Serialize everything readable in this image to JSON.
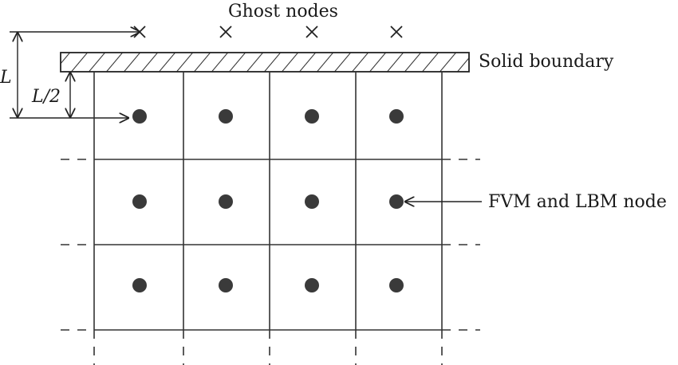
{
  "labels": {
    "ghost_nodes": "Ghost nodes",
    "solid_boundary": "Solid boundary",
    "node_label": "FVM and LBM node",
    "dim_L": "L",
    "dim_L_half": "L/2"
  },
  "grid": {
    "columns": 4,
    "rows": 3
  },
  "colors": {
    "line": "#333333",
    "node": "#3a3a3a",
    "text": "#1a1a1a"
  }
}
